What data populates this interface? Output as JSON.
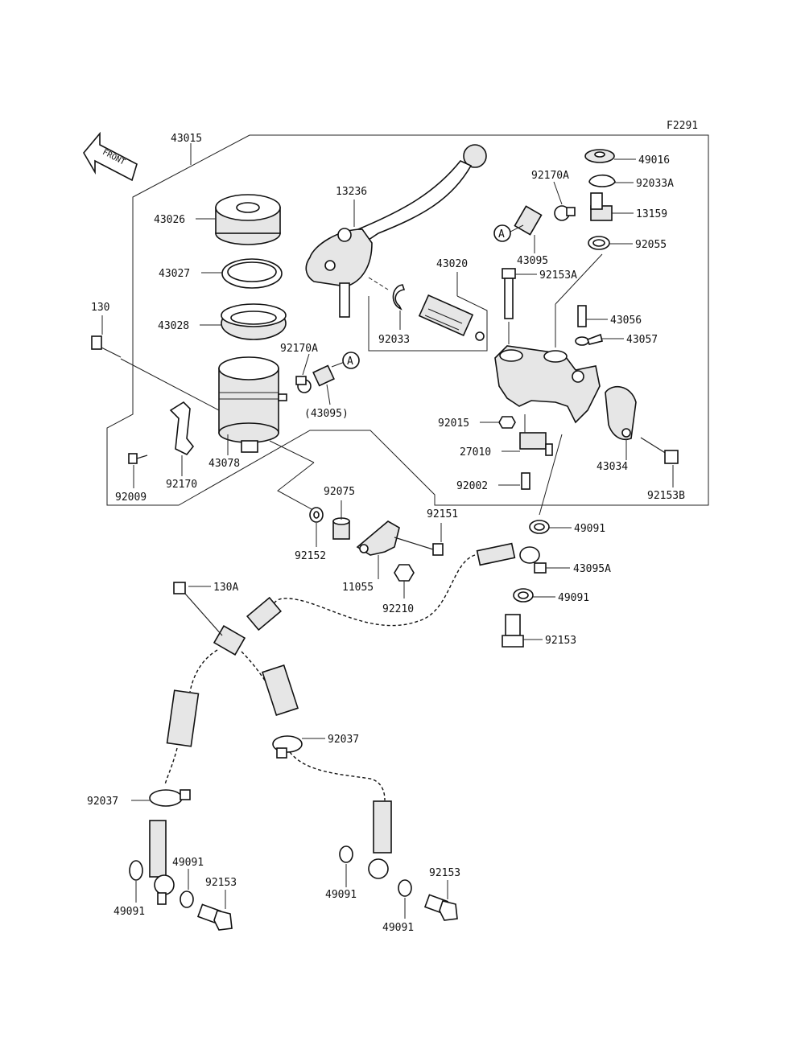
{
  "diagram": {
    "figure_code": "F2291",
    "front_label": "FRONT",
    "callout_letter": "A",
    "labels": {
      "p43015": "43015",
      "p43026": "43026",
      "p43027": "43027",
      "p43028": "43028",
      "p130": "130",
      "p92170A_left": "92170A",
      "p43095_paren": "(43095)",
      "p43078": "43078",
      "p92009": "92009",
      "p92170": "92170",
      "p13236": "13236",
      "p43020": "43020",
      "p92033": "92033",
      "p92170A_right": "92170A",
      "p43095": "43095",
      "p49016": "49016",
      "p92033A": "92033A",
      "p13159": "13159",
      "p92055": "92055",
      "p92153A": "92153A",
      "p43056": "43056",
      "p43057": "43057",
      "p92015": "92015",
      "p27010": "27010",
      "p92002": "92002",
      "p43034": "43034",
      "p92153B": "92153B",
      "p49091_a": "49091",
      "p92075": "92075",
      "p92152": "92152",
      "p92151": "92151",
      "p11055": "11055",
      "p92210": "92210",
      "p43095A": "43095A",
      "p49091_b": "49091",
      "p92153_a": "92153",
      "p130A": "130A",
      "p92037_a": "92037",
      "p92037_b": "92037",
      "p49091_c": "49091",
      "p49091_d": "49091",
      "p92153_b": "92153",
      "p49091_e": "49091",
      "p49091_f": "49091",
      "p92153_c": "92153"
    }
  }
}
